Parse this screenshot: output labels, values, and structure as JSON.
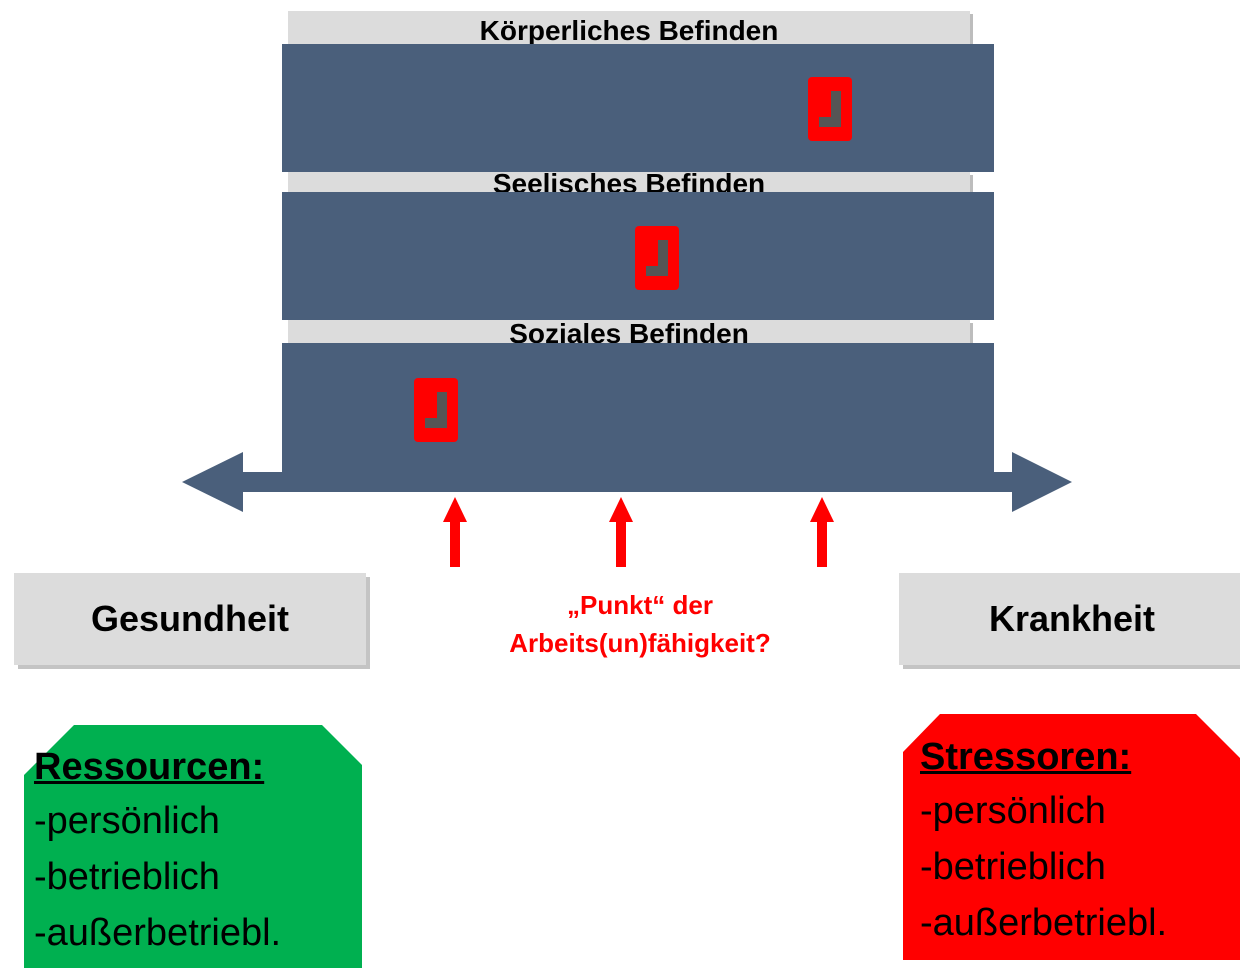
{
  "levels": [
    {
      "label": "Körperliches Befinden",
      "marker_position_fraction": 0.77
    },
    {
      "label": "Seelisches Befinden",
      "marker_position_fraction": 0.52
    },
    {
      "label": "Soziales Befinden",
      "marker_position_fraction": 0.21
    }
  ],
  "poles": {
    "left": "Gesundheit",
    "right": "Krankheit"
  },
  "question": {
    "line1": "„Punkt“ der",
    "line2": "Arbeits(un)fähigkeit?"
  },
  "resources": {
    "heading": "Ressourcen:",
    "items": [
      "-persönlich",
      "-betrieblich",
      "-außerbetriebl."
    ]
  },
  "stressors": {
    "heading": "Stressoren:",
    "items": [
      "-persönlich",
      "-betrieblich",
      "-außerbetriebl."
    ]
  },
  "colors": {
    "bar": "#4a5f7b",
    "marker": "#ff0000",
    "resources_bg": "#00b050",
    "stressors_bg": "#ff0000",
    "question_text": "#ff0000",
    "pole_bg": "#dcdcdc"
  }
}
